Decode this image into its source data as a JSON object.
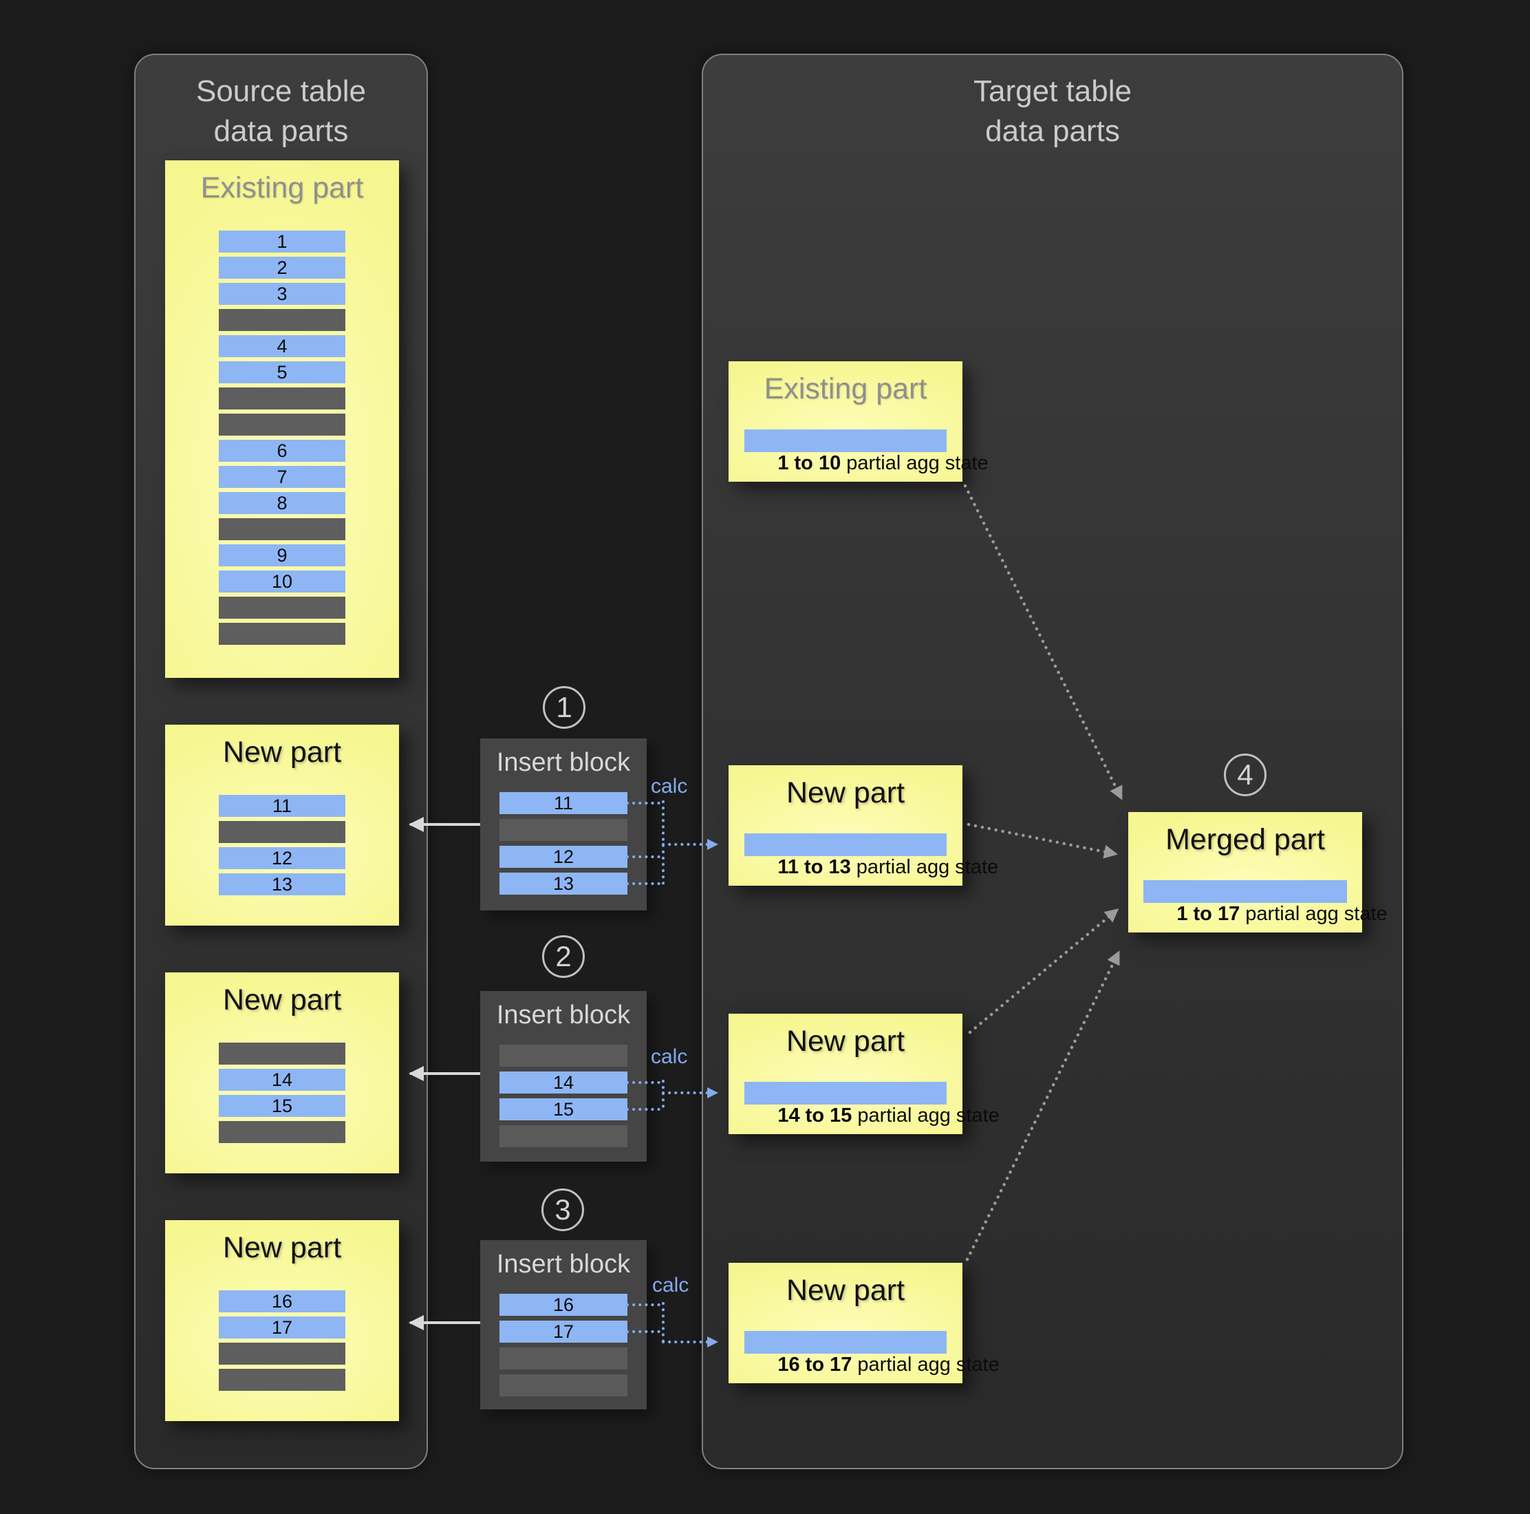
{
  "diagram": {
    "source_panel": {
      "title_line1": "Source table",
      "title_line2": "data parts",
      "existing_part": {
        "title": "Existing part",
        "rows": [
          "1",
          "2",
          "3",
          "",
          "4",
          "5",
          "",
          "",
          "6",
          "7",
          "8",
          "",
          "9",
          "10",
          "",
          ""
        ]
      },
      "new_parts": [
        {
          "title": "New part",
          "rows": [
            "11",
            "",
            "12",
            "13"
          ]
        },
        {
          "title": "New part",
          "rows": [
            "",
            "14",
            "15",
            ""
          ]
        },
        {
          "title": "New part",
          "rows": [
            "16",
            "17",
            "",
            ""
          ]
        }
      ]
    },
    "insert_blocks": [
      {
        "step": "1",
        "title": "Insert block",
        "calc": "calc",
        "rows": [
          "11",
          "",
          "12",
          "13"
        ]
      },
      {
        "step": "2",
        "title": "Insert block",
        "calc": "calc",
        "rows": [
          "",
          "14",
          "15",
          ""
        ]
      },
      {
        "step": "3",
        "title": "Insert block",
        "calc": "calc",
        "rows": [
          "16",
          "17",
          "",
          ""
        ]
      }
    ],
    "target_panel": {
      "title_line1": "Target table",
      "title_line2": "data parts",
      "existing_part": {
        "title": "Existing part",
        "agg_range": "1 to 10",
        "agg_label": " partial agg state"
      },
      "new_parts": [
        {
          "title": "New part",
          "agg_range": "11 to 13",
          "agg_label": " partial agg state"
        },
        {
          "title": "New part",
          "agg_range": "14 to 15",
          "agg_label": " partial agg state"
        },
        {
          "title": "New part",
          "agg_range": "16 to 17",
          "agg_label": " partial agg state"
        }
      ],
      "merged_part": {
        "step": "4",
        "title": "Merged part",
        "agg_range": "1 to 17",
        "agg_label": " partial agg state"
      }
    },
    "colors": {
      "background": "#1c1c1c",
      "panel": "#353535",
      "panel_border": "#7f7f7f",
      "part_yellow": "#f6f690",
      "row_blue": "#8eb6f4",
      "row_gray": "#5e5e5e",
      "insert_block_bg": "#454545",
      "calc_blue": "#84abf0",
      "merge_arrow_gray": "#9b9b9b",
      "insert_arrow_light": "#d9d9d9"
    }
  }
}
